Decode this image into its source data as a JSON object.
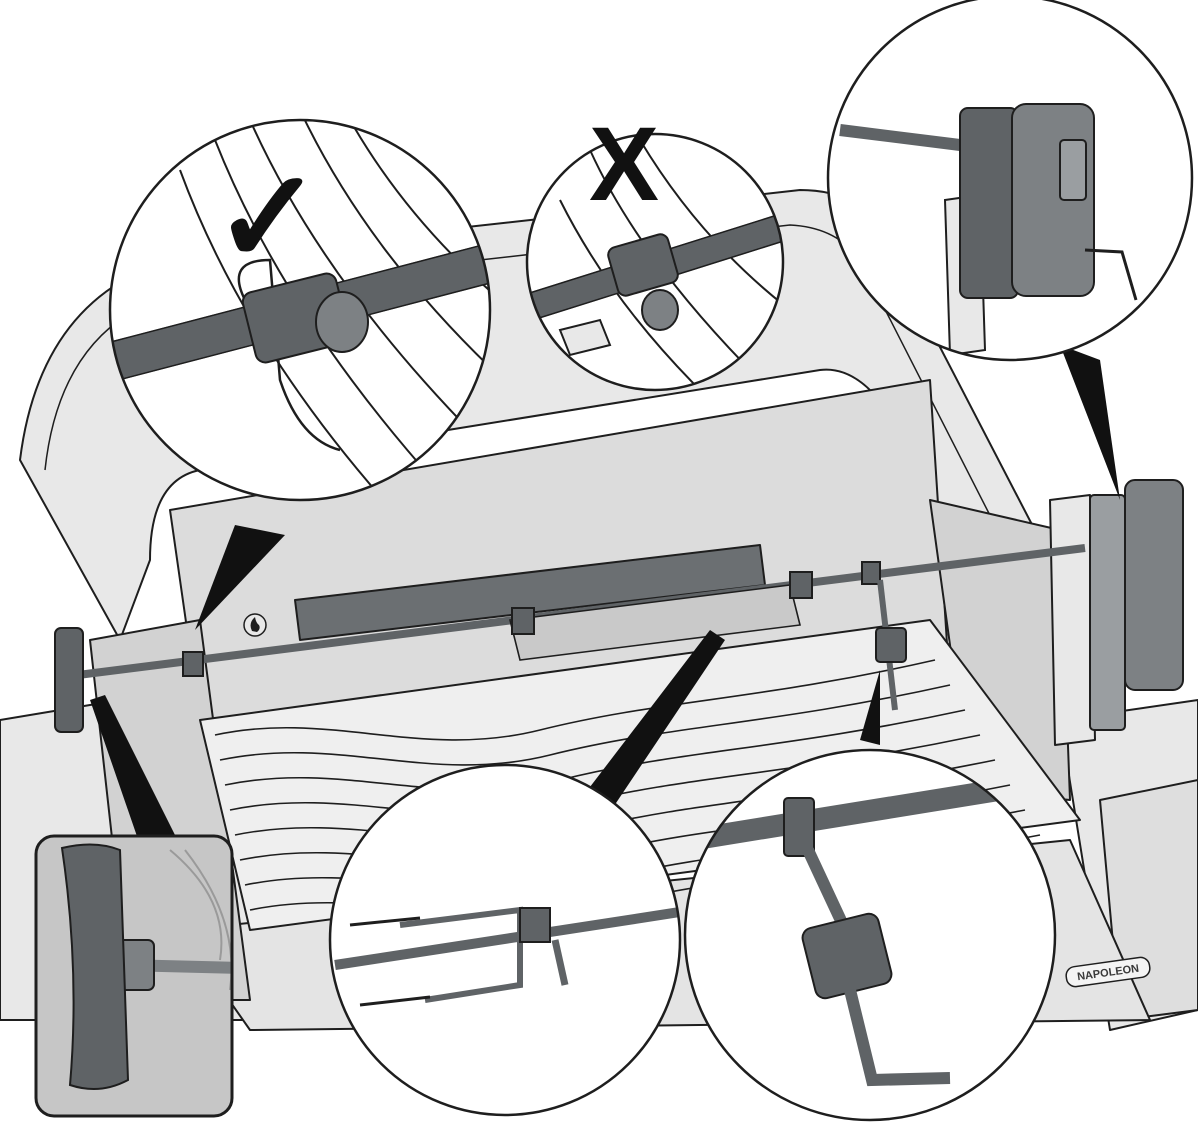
{
  "diagram": {
    "correct_mark": "✓",
    "incorrect_mark": "X",
    "brand_logo": "NAPOLEON",
    "colors": {
      "outline": "#1e1e1e",
      "grill_body": "#e8e8e8",
      "grill_shade": "#d2d2d2",
      "interior": "#dcdcdc",
      "metal_dark": "#5f6366",
      "metal_mid": "#7d8184",
      "burner_tube": "#f2f2f2",
      "callout_bg": "#ffffff",
      "pointer": "#111111"
    },
    "icons": [
      "checkmark-icon",
      "x-mark-icon",
      "flame-icon",
      "napoleon-logo"
    ]
  }
}
